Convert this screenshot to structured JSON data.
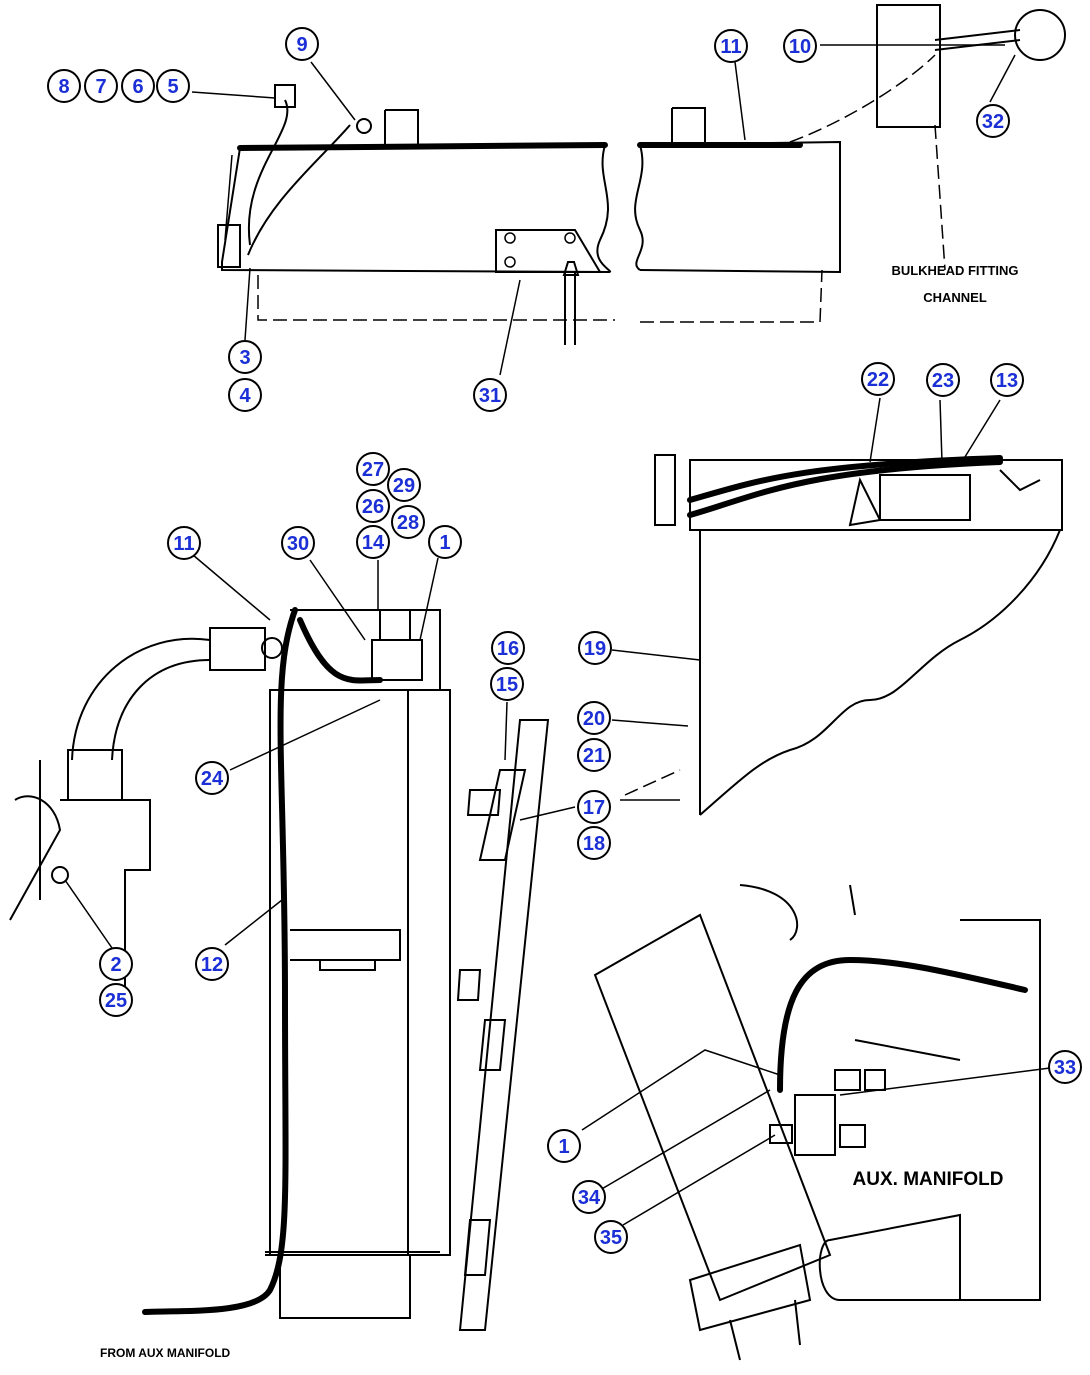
{
  "labels": {
    "bulkhead_line1": "BULKHEAD FITTING",
    "bulkhead_line2": "CHANNEL",
    "aux_manifold": "AUX. MANIFOLD",
    "from_aux_manifold": "FROM AUX MANIFOLD"
  },
  "callouts": [
    "8",
    "7",
    "6",
    "5",
    "9",
    "3",
    "4",
    "31",
    "11",
    "10",
    "32",
    "22",
    "23",
    "13",
    "27",
    "29",
    "26",
    "28",
    "14",
    "1",
    "11",
    "30",
    "19",
    "16",
    "15",
    "20",
    "21",
    "17",
    "18",
    "24",
    "2",
    "25",
    "12",
    "33",
    "1",
    "34",
    "35"
  ]
}
